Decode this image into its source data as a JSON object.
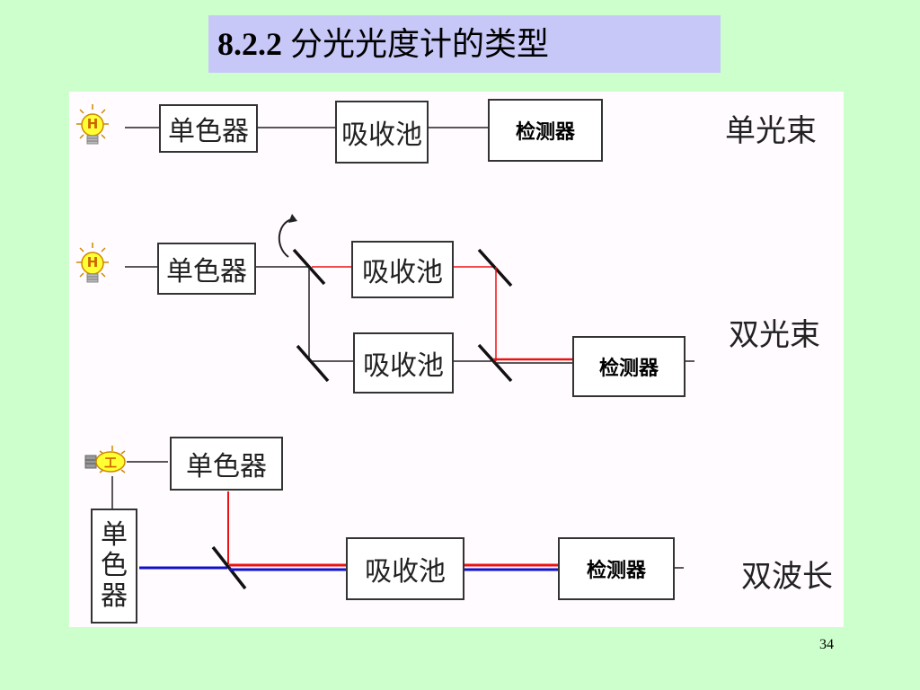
{
  "slide": {
    "title_number": "8.2.2",
    "title_text": "分光光度计的类型",
    "page_number": "34"
  },
  "diagram": {
    "single_beam": {
      "label": "单光束",
      "lamp_glyph": "H",
      "monochromator": "单色器",
      "cell": "吸收池",
      "detector": "检测器"
    },
    "double_beam": {
      "label": "双光束",
      "lamp_glyph": "H",
      "monochromator": "单色器",
      "cell_top": "吸收池",
      "cell_bottom": "吸收池",
      "detector": "检测器"
    },
    "dual_wavelength": {
      "label": "双波长",
      "lamp_glyph": "工",
      "monochromator_top": "单色器",
      "monochromator_vertical": "单色器",
      "cell": "吸收池",
      "detector": "检测器"
    },
    "colors": {
      "red_beam": "#ee1111",
      "blue_beam": "#1111cc",
      "black_line": "#222222",
      "lamp_yellow": "#ffff33",
      "lamp_outline": "#cc8800"
    }
  }
}
